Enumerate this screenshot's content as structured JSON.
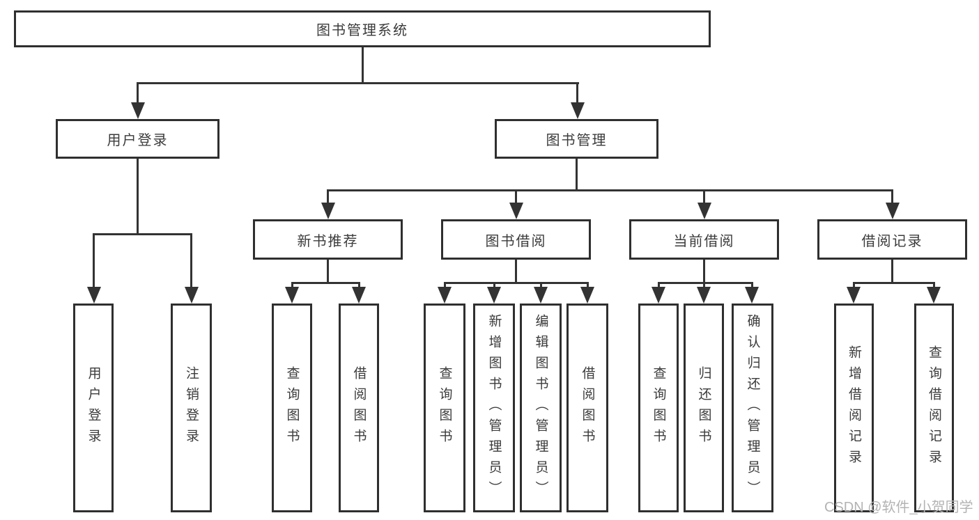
{
  "diagram": {
    "colors": {
      "border": "#2f2f2f",
      "line": "#333333",
      "text": "#3b3b3b",
      "background": "#ffffff",
      "watermark": "#b3b3b3"
    },
    "root": {
      "label": "图书管理系统"
    },
    "level2": [
      {
        "label": "用户登录"
      },
      {
        "label": "图书管理"
      }
    ],
    "level3": [
      {
        "label": "新书推荐"
      },
      {
        "label": "图书借阅"
      },
      {
        "label": "当前借阅"
      },
      {
        "label": "借阅记录"
      }
    ],
    "leaves": {
      "user_login": [
        {
          "label": "用户登录"
        },
        {
          "label": "注销登录"
        }
      ],
      "new_book_recommend": [
        {
          "label": "查询图书"
        },
        {
          "label": "借阅图书"
        }
      ],
      "book_borrow": [
        {
          "label": "查询图书"
        },
        {
          "label": "新增图书（管理员）"
        },
        {
          "label": "编辑图书（管理员）"
        },
        {
          "label": "借阅图书"
        }
      ],
      "current_borrow": [
        {
          "label": "查询图书"
        },
        {
          "label": "归还图书"
        },
        {
          "label": "确认归还（管理员）"
        }
      ],
      "borrow_record": [
        {
          "label": "新增借阅记录"
        },
        {
          "label": "查询借阅记录"
        }
      ]
    }
  },
  "watermark": {
    "text": "CSDN @软件_小贺同学"
  }
}
